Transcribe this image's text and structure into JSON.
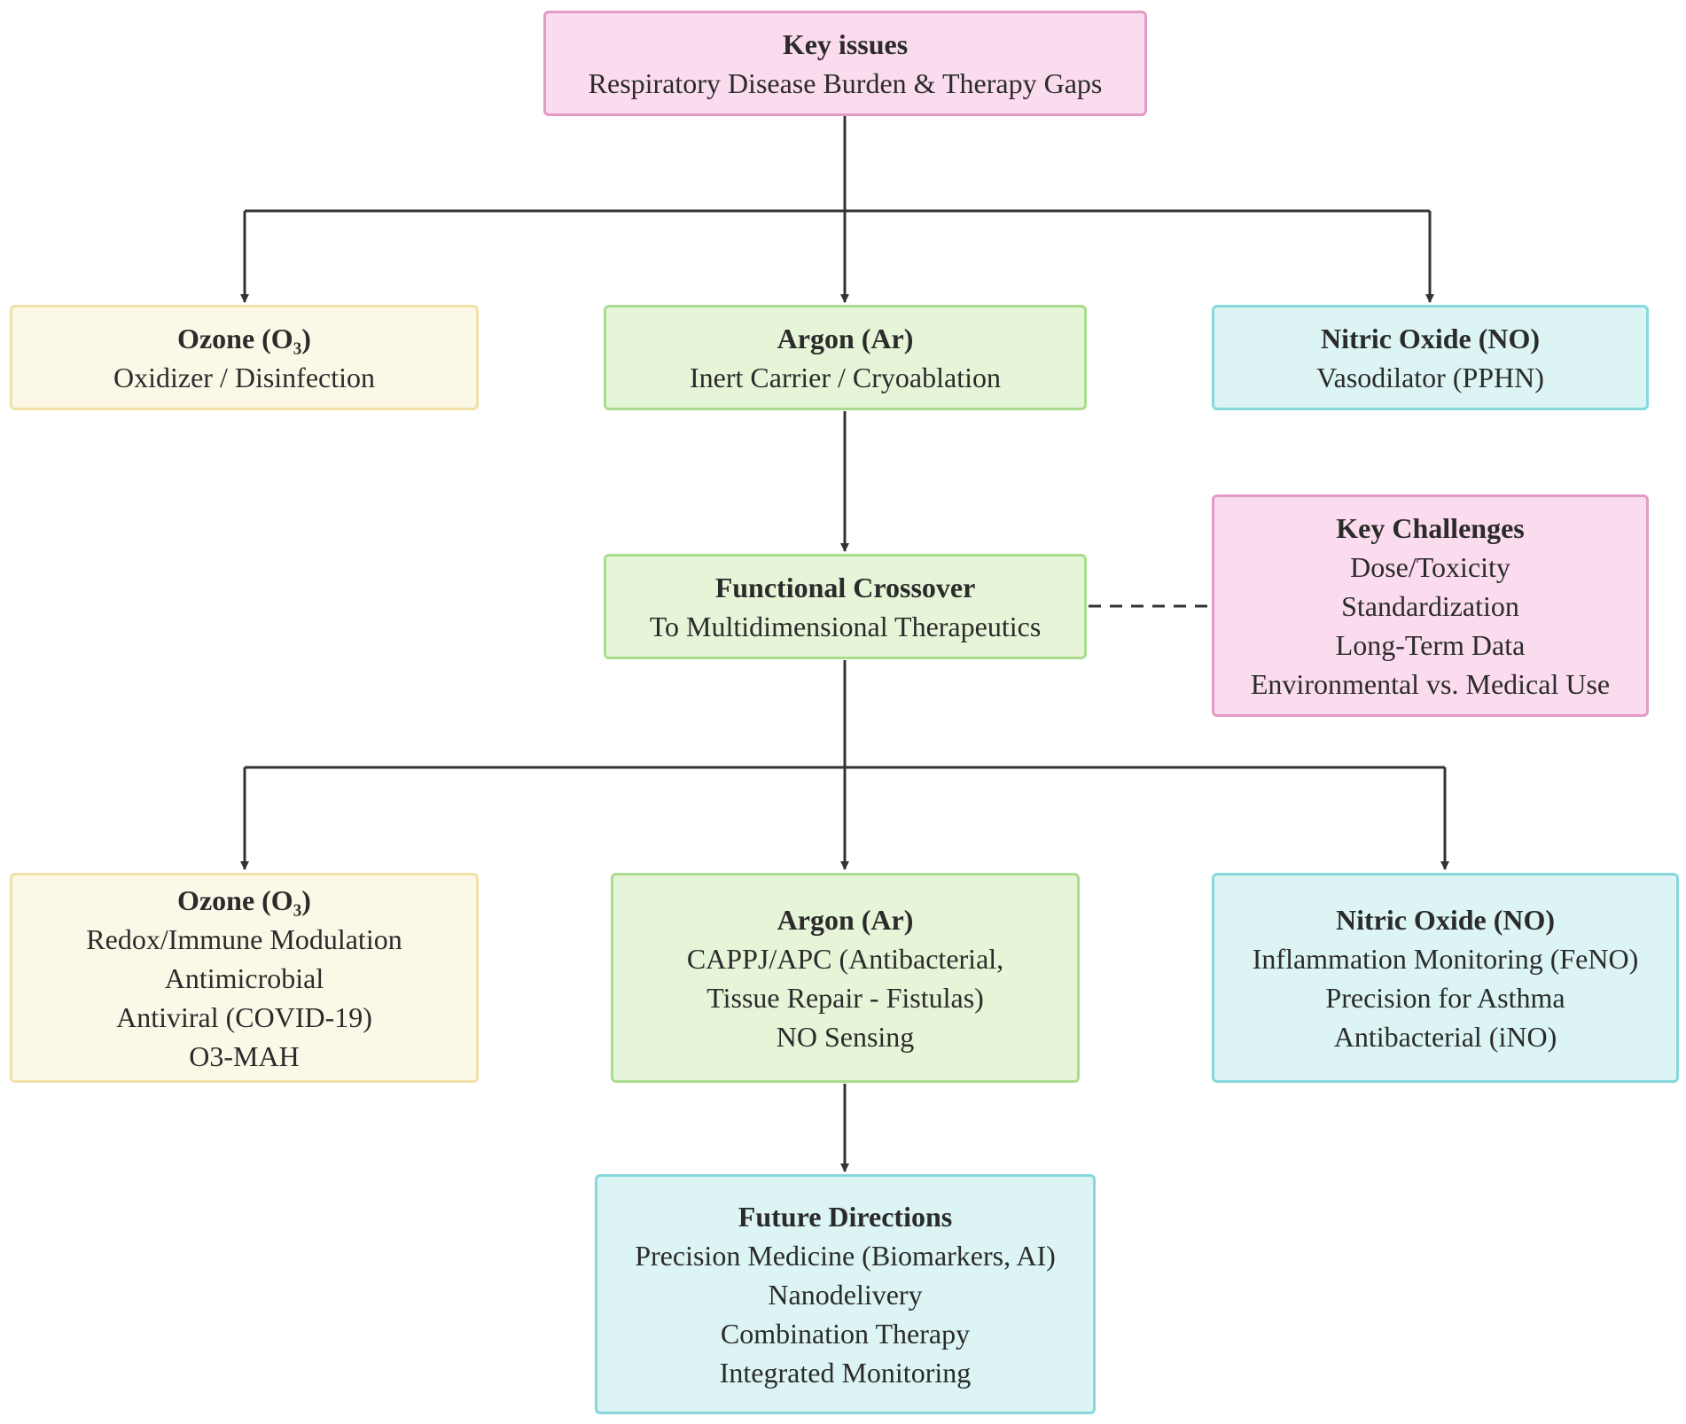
{
  "colors": {
    "pink_fill": "#fbdcee",
    "pink_border": "#e39ac6",
    "yellow_fill": "#fbf8e7",
    "yellow_border": "#f1e1a6",
    "green_fill": "#e6f5d8",
    "green_border": "#a9dc8e",
    "cyan_fill": "#dcf4f4",
    "cyan_border": "#86d8dc",
    "edge": "#333333"
  },
  "nodes": {
    "key_issues": {
      "title": "Key issues",
      "lines": [
        "Respiratory Disease Burden & Therapy Gaps"
      ]
    },
    "ozone_top": {
      "title": "Ozone (O₃)",
      "lines": [
        "Oxidizer / Disinfection"
      ]
    },
    "argon_top": {
      "title": "Argon (Ar)",
      "lines": [
        "Inert Carrier / Cryoablation"
      ]
    },
    "no_top": {
      "title": "Nitric Oxide (NO)",
      "lines": [
        "Vasodilator (PPHN)"
      ]
    },
    "crossover": {
      "title": "Functional Crossover",
      "lines": [
        "To Multidimensional Therapeutics"
      ]
    },
    "challenges": {
      "title": "Key Challenges",
      "lines": [
        "Dose/Toxicity",
        "Standardization",
        "Long-Term Data",
        "Environmental vs. Medical Use"
      ]
    },
    "ozone_bottom": {
      "title": "Ozone (O₃)",
      "lines": [
        "Redox/Immune Modulation",
        "Antimicrobial",
        "Antiviral (COVID-19)",
        "O3-MAH"
      ]
    },
    "argon_bottom": {
      "title": "Argon (Ar)",
      "lines": [
        "CAPPJ/APC (Antibacterial,",
        "Tissue Repair - Fistulas)",
        "NO Sensing"
      ]
    },
    "no_bottom": {
      "title": "Nitric Oxide (NO)",
      "lines": [
        "Inflammation Monitoring (FeNO)",
        "Precision for Asthma",
        "Antibacterial (iNO)"
      ]
    },
    "future": {
      "title": "Future Directions",
      "lines": [
        "Precision Medicine (Biomarkers, AI)",
        "Nanodelivery",
        "Combination Therapy",
        "Integrated Monitoring"
      ]
    }
  }
}
